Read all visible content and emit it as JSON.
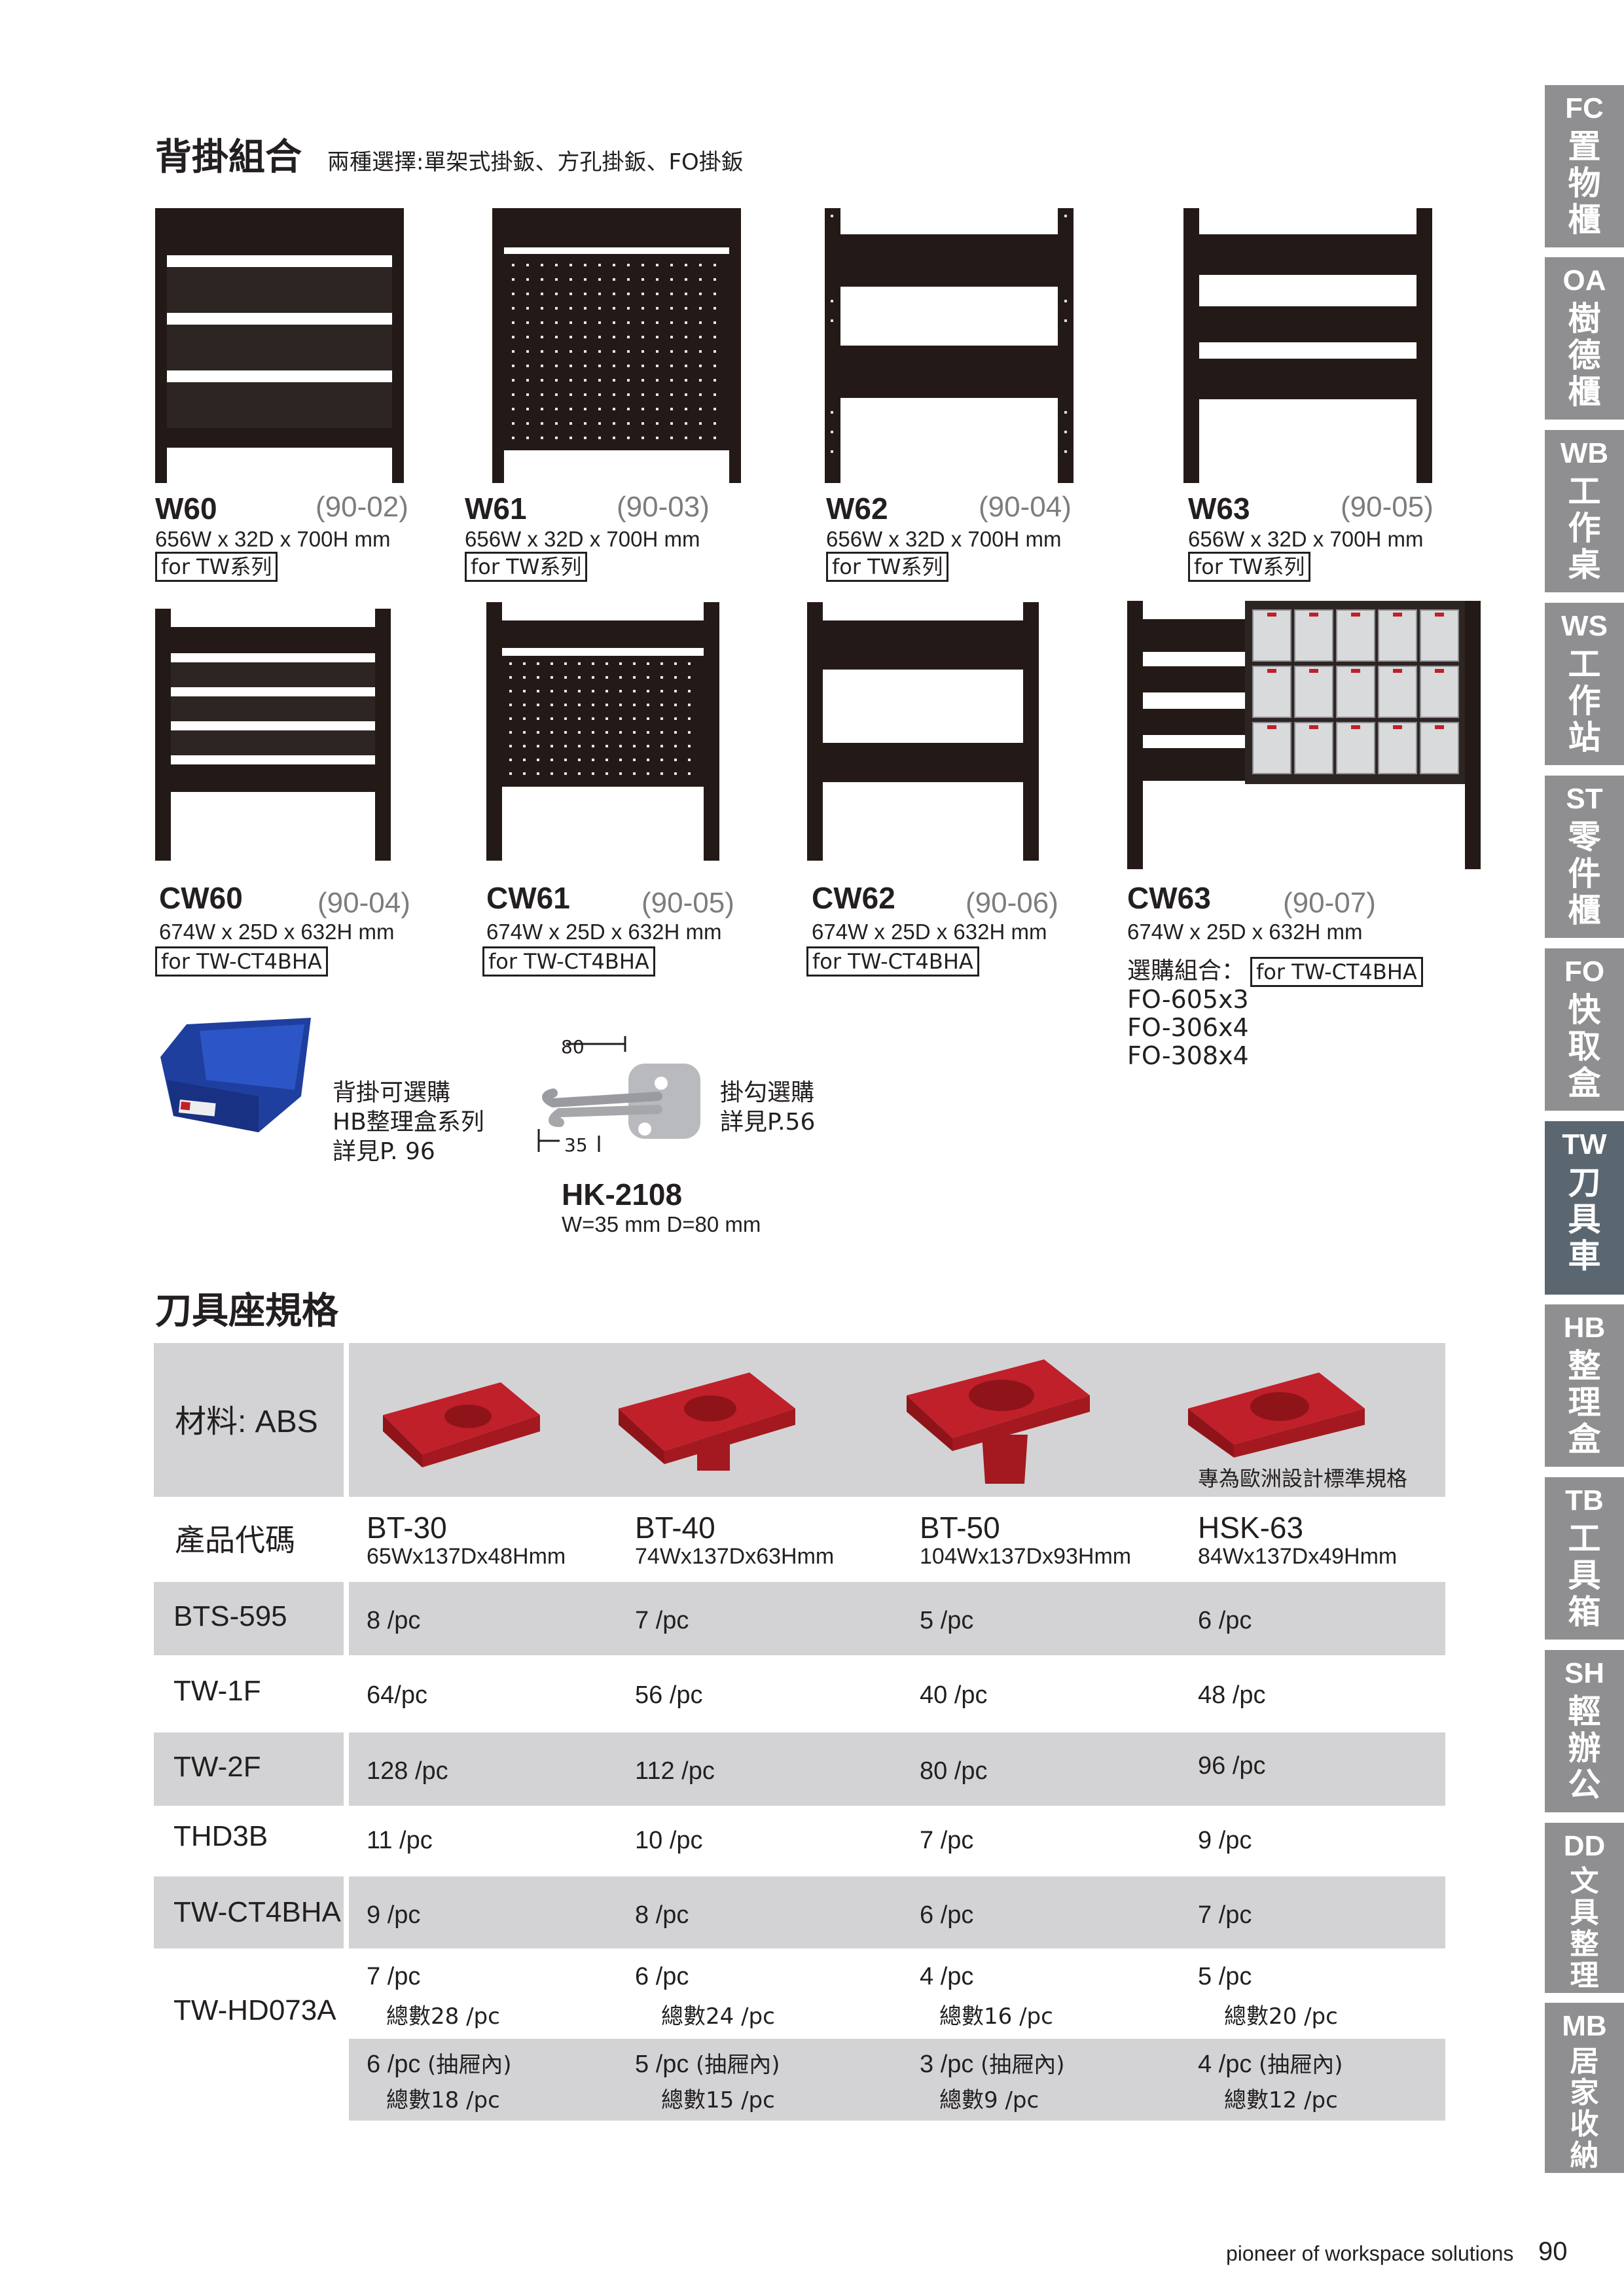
{
  "side_tabs": [
    {
      "code": "FC",
      "name": "置物櫃",
      "active": false
    },
    {
      "code": "OA",
      "name": "樹德櫃",
      "active": false
    },
    {
      "code": "WB",
      "name": "工作桌",
      "active": false
    },
    {
      "code": "WS",
      "name": "工作站",
      "active": false
    },
    {
      "code": "ST",
      "name": "零件櫃",
      "active": false
    },
    {
      "code": "FO",
      "name": "快取盒",
      "active": false
    },
    {
      "code": "TW",
      "name": "刀具車",
      "active": true
    },
    {
      "code": "HB",
      "name": "整理盒",
      "active": false
    },
    {
      "code": "TB",
      "name": "工具箱",
      "active": false
    },
    {
      "code": "SH",
      "name": "輕辦公",
      "active": false
    },
    {
      "code": "DD",
      "name": "文具整理",
      "active": false
    },
    {
      "code": "MB",
      "name": "居家收納",
      "active": false
    }
  ],
  "back_panels": {
    "title": "背掛組合",
    "subtitle": "兩種選擇:單架式掛鈑、方孔掛鈑、FO掛鈑",
    "row1": [
      {
        "code": "W60",
        "num": "(90-02)",
        "dims": "656W x 32D x 700H mm",
        "fit": "for TW系列"
      },
      {
        "code": "W61",
        "num": "(90-03)",
        "dims": "656W x 32D x 700H mm",
        "fit": "for TW系列"
      },
      {
        "code": "W62",
        "num": "(90-04)",
        "dims": "656W x 32D x 700H mm",
        "fit": "for TW系列"
      },
      {
        "code": "W63",
        "num": "(90-05)",
        "dims": "656W x 32D x 700H mm",
        "fit": "for TW系列"
      }
    ],
    "row2": [
      {
        "code": "CW60",
        "num": "(90-04)",
        "dims": "674W x 25D x 632H mm",
        "fit": "for TW-CT4BHA"
      },
      {
        "code": "CW61",
        "num": "(90-05)",
        "dims": "674W x 25D x 632H mm",
        "fit": "for TW-CT4BHA"
      },
      {
        "code": "CW62",
        "num": "(90-06)",
        "dims": "674W x 25D x 632H mm",
        "fit": "for TW-CT4BHA"
      },
      {
        "code": "CW63",
        "num": "(90-07)",
        "dims": "674W x 25D x 632H mm",
        "fit": "for TW-CT4BHA",
        "combo_label": "選購組合：",
        "combo_items": [
          "FO-605x3",
          "FO-306x4",
          "FO-308x4"
        ]
      }
    ],
    "hb_note": [
      "背掛可選購",
      "HB整理盒系列",
      "詳見P. 96"
    ],
    "hook": {
      "code": "HK-2108",
      "dims": "W=35 mm  D=80 mm",
      "dim_top": "80",
      "dim_bottom": "35",
      "note": [
        "掛勾選購",
        "詳見P.56"
      ]
    }
  },
  "tool_holder": {
    "title": "刀具座規格",
    "material": "材料: ABS",
    "euro_note": "專為歐洲設計標準規格",
    "code_label": "產品代碼",
    "columns": [
      {
        "code": "BT-30",
        "dims": "65Wx137Dx48Hmm"
      },
      {
        "code": "BT-40",
        "dims": "74Wx137Dx63Hmm"
      },
      {
        "code": "BT-50",
        "dims": "104Wx137Dx93Hmm"
      },
      {
        "code": "HSK-63",
        "dims": "84Wx137Dx49Hmm"
      }
    ],
    "rows": [
      {
        "label": "BTS-595",
        "values": [
          "8 /pc",
          "7 /pc",
          "5 /pc",
          "6 /pc"
        ],
        "grey": true
      },
      {
        "label": "TW-1F",
        "values": [
          "64/pc",
          "56 /pc",
          "40 /pc",
          "48 /pc"
        ],
        "grey": false
      },
      {
        "label": "TW-2F",
        "values": [
          "128 /pc",
          "112 /pc",
          "80 /pc",
          "96 /pc"
        ],
        "grey": true
      },
      {
        "label": "THD3B",
        "values": [
          "11 /pc",
          "10 /pc",
          "7 /pc",
          "9 /pc"
        ],
        "grey": false
      },
      {
        "label": "TW-CT4BHA",
        "values": [
          "9 /pc",
          "8 /pc",
          "6 /pc",
          "7 /pc"
        ],
        "grey": true
      }
    ],
    "hd_row": {
      "label": "TW-HD073A",
      "top": [
        {
          "v": "7 /pc",
          "t": "總數28 /pc"
        },
        {
          "v": "6 /pc",
          "t": "總數24 /pc"
        },
        {
          "v": "4 /pc",
          "t": "總數16 /pc"
        },
        {
          "v": "5 /pc",
          "t": "總數20 /pc"
        }
      ],
      "bottom": [
        {
          "v": "6 /pc",
          "d": "(抽屜內)",
          "t": "總數18 /pc"
        },
        {
          "v": "5 /pc",
          "d": "(抽屜內)",
          "t": "總數15 /pc"
        },
        {
          "v": "3 /pc",
          "d": "(抽屜內)",
          "t": "總數9 /pc"
        },
        {
          "v": "4 /pc",
          "d": "(抽屜內)",
          "t": "總數12 /pc"
        }
      ]
    }
  },
  "footer": {
    "tagline": "pioneer of workspace solutions",
    "page": "90"
  },
  "colors": {
    "panel": "#231a17",
    "tab": "#8f8f91",
    "tab_active": "#5b6770",
    "holder_red": "#c0202a",
    "bin_blue": "#1f3f9e",
    "row_grey": "#d3d3d5"
  }
}
